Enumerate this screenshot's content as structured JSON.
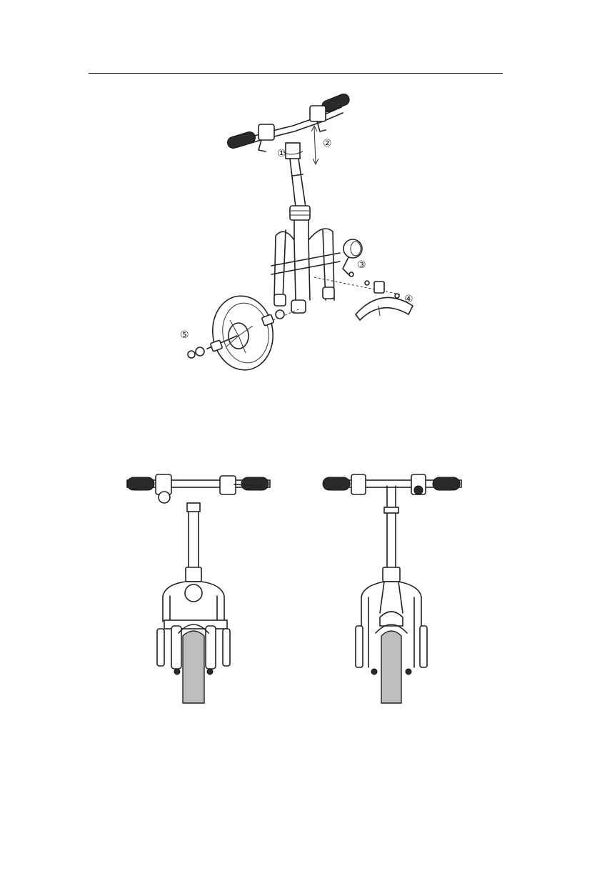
{
  "callouts": {
    "c1": "①",
    "c2": "②",
    "c3": "③",
    "c4": "④",
    "c5": "⑤"
  },
  "colors": {
    "line": "#222222",
    "background": "#ffffff",
    "rubber": "#2a2a2a",
    "tire": "#bdbdbd"
  },
  "figures": [
    "exploded-assembly-view",
    "front-view",
    "rear-view"
  ]
}
